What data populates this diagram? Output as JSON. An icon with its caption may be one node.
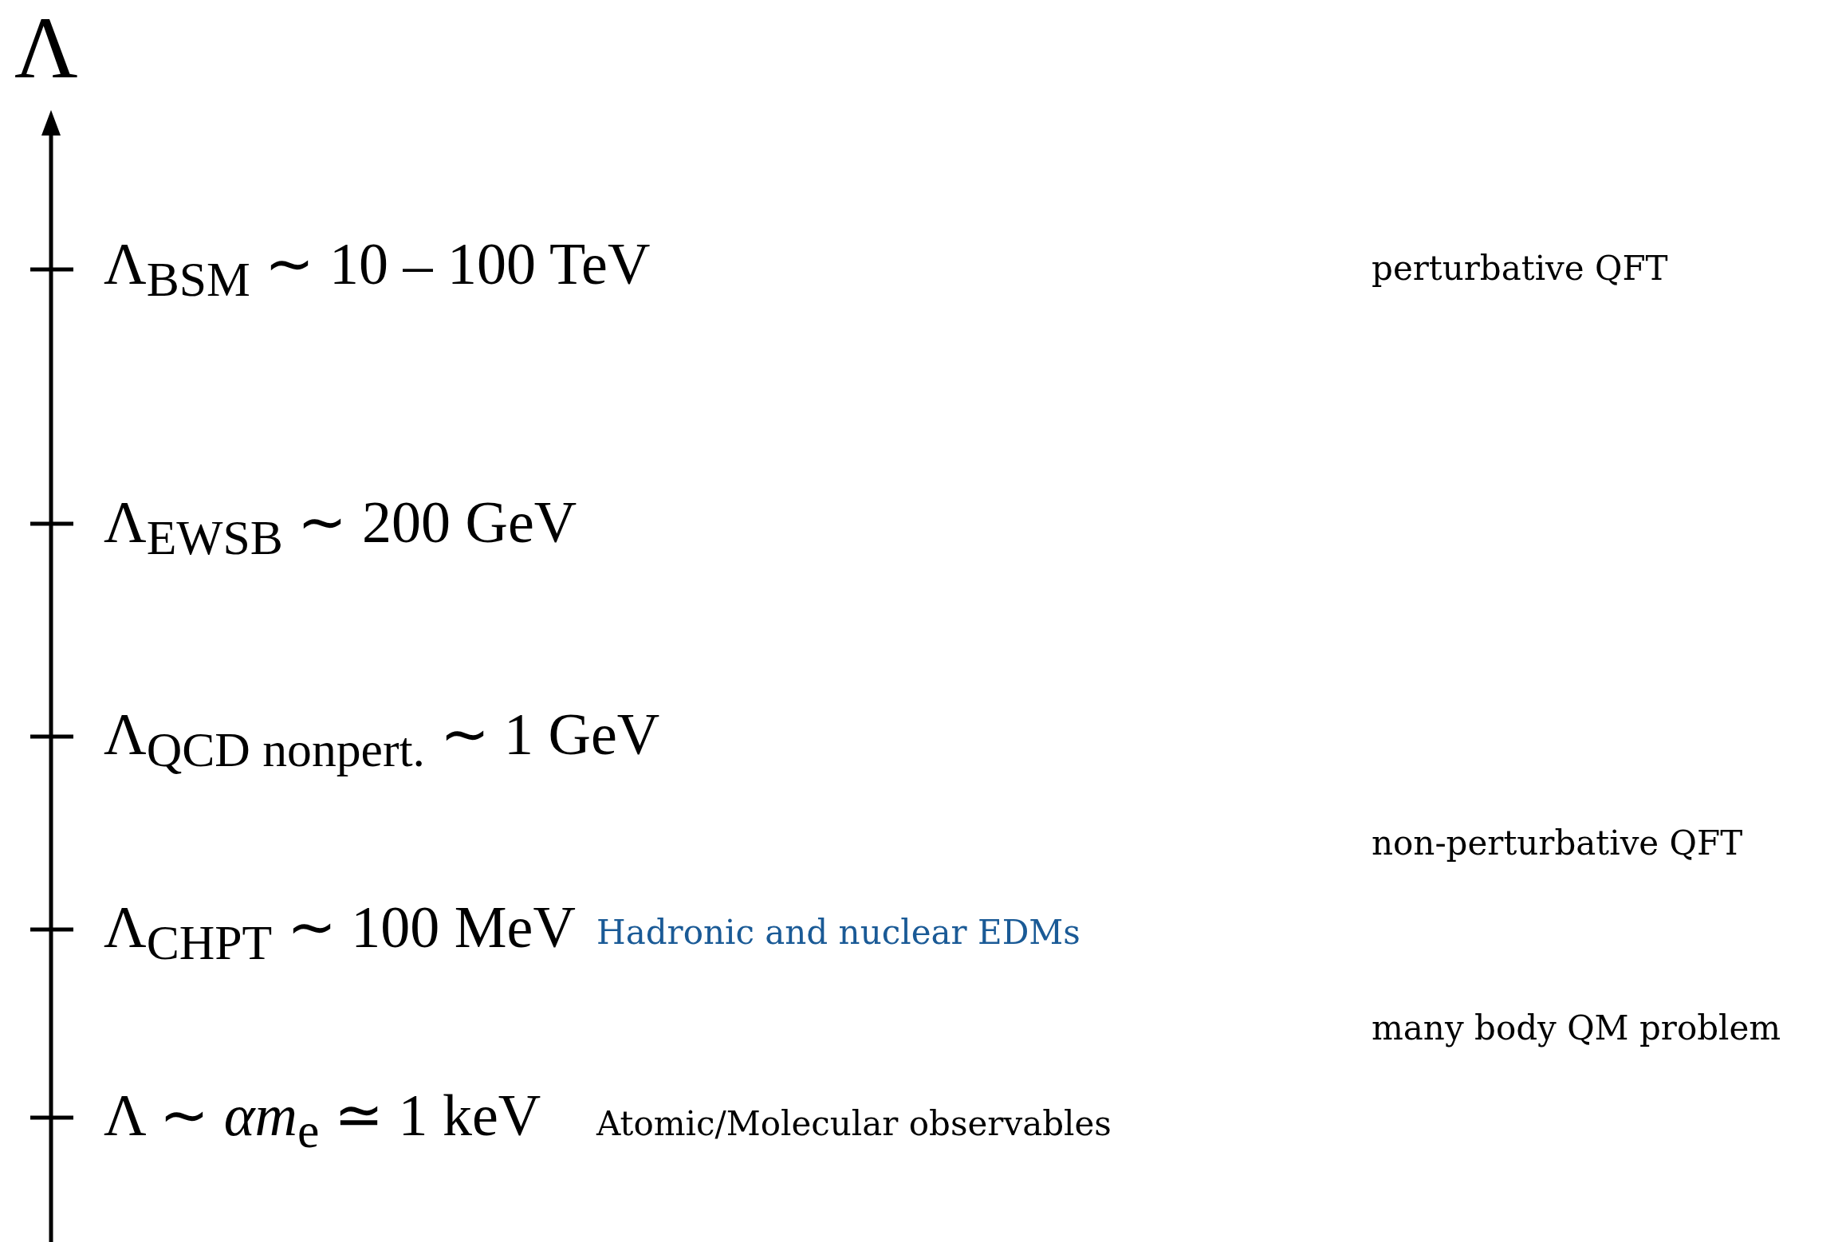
{
  "diagram": {
    "labels": [
      "Λ",
      "Λ$_{BSM}$ ∼ 10 – 100 TeV",
      "perturbative QFT",
      "Λ$_{EWSB}$ ∼ 200 GeV",
      "Λ$_{QCD nonpert.}$ ∼ 1 GeV",
      "non-perturbative QFT",
      "Λ$_{CHPT}$ ∼ 100 MeV",
      "Hadronic and nuclear EDMs",
      "many body QM problem",
      "Λ ∼ *αm*$_{e}$ ≃ 1 keV",
      "Atomic/Molecular observables"
    ]
  }
}
